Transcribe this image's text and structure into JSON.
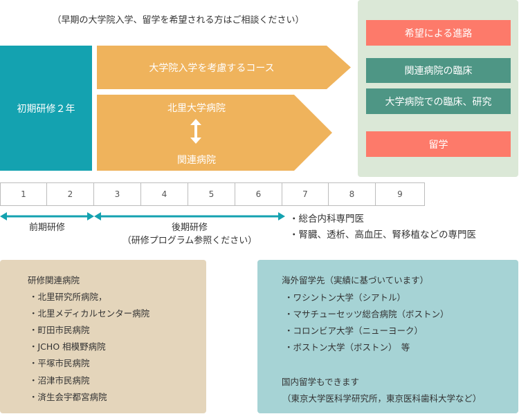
{
  "note": "（早期の大学院入学、留学を希望される方はご相談ください）",
  "initial_training": "初期研修２年",
  "course_graduate": "大学院入学を考慮するコース",
  "course_hospital_top": "北里大学病院",
  "course_hospital_bottom": "関連病院",
  "career_paths": {
    "title": "希望による進路",
    "items": [
      "関連病院の臨床",
      "大学病院での臨床、研究"
    ],
    "study_abroad": "留学"
  },
  "timeline": [
    "1",
    "2",
    "3",
    "4",
    "5",
    "6",
    "7",
    "8",
    "9"
  ],
  "phase_early": "前期研修",
  "phase_late": "後期研修",
  "phase_late_note": "（研修プログラム参照ください）",
  "specialties": [
    "・総合内科専門医",
    "・腎臓、透析、高血圧、腎移植などの専門医"
  ],
  "related_hospitals": {
    "title": "研修関連病院",
    "items": [
      "・北里研究所病院，",
      "・北里メディカルセンター病院",
      "・町田市民病院",
      "・JCHO 相模野病院",
      "・平塚市民病院",
      "・沼津市民病院",
      "・済生会宇都宮病院"
    ]
  },
  "overseas": {
    "title": "海外留学先（実績に基づいています）",
    "items": [
      "・ワシントン大学（シアトル）",
      "・マサチューセッツ総合病院（ボストン）",
      "・コロンビア大学（ニューヨーク）",
      "・ボストン大学（ボストン）　等"
    ],
    "domestic_title": "国内留学もできます",
    "domestic_detail": "（東京大学医科学研究所，東京医科歯科大学など）"
  },
  "colors": {
    "teal": "#14a2b0",
    "orange": "#efb35c",
    "coral": "#fd7a6a",
    "dark_green": "#4e9685",
    "pale_green": "#dbe8d7",
    "tan": "#e4d5bb",
    "light_blue": "#a6d3d5"
  }
}
